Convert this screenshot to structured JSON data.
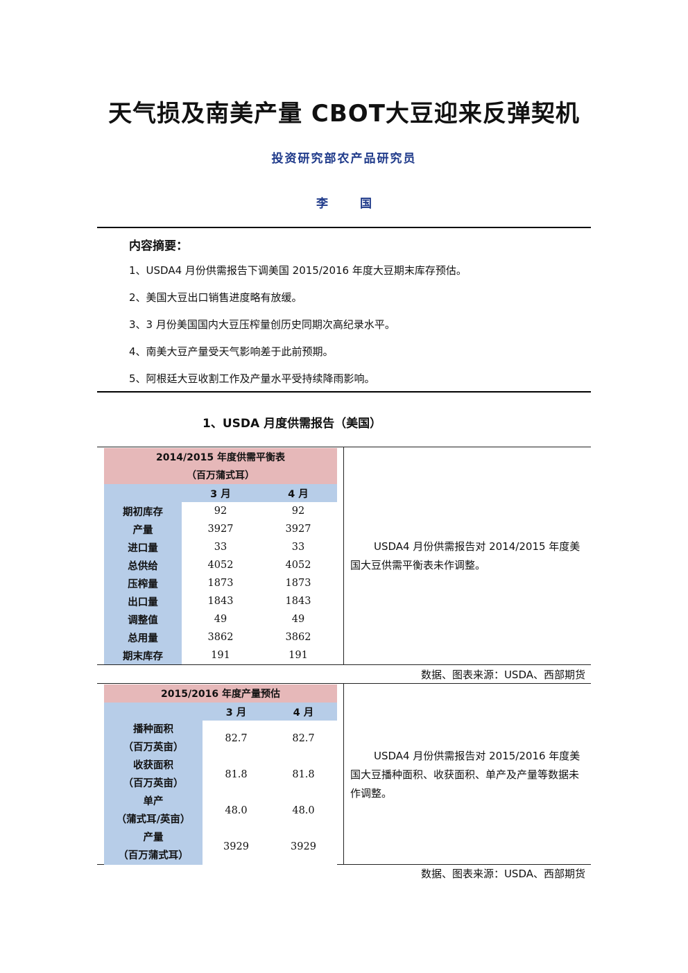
{
  "document": {
    "title": "天气损及南美产量 CBOT大豆迎来反弹契机",
    "department": "投资研究部农产品研究员",
    "author": "李 国"
  },
  "summary": {
    "heading": "内容摘要：",
    "items": [
      "1、USDA4 月份供需报告下调美国 2015/2016 年度大豆期末库存预估。",
      "2、美国大豆出口销售进度略有放缓。",
      "3、3 月份美国国内大豆压榨量创历史同期次高纪录水平。",
      "4、南美大豆产量受天气影响差于此前预期。",
      "5、阿根廷大豆收割工作及产量水平受持续降雨影响。"
    ]
  },
  "section1": {
    "heading": "1、USDA 月度供需报告（美国）",
    "table1": {
      "title": "2014/2015 年度供需平衡表",
      "unit": "（百万蒲式耳）",
      "columns": [
        "3 月",
        "4 月"
      ],
      "rows": [
        {
          "label": "期初库存",
          "mar": "92",
          "apr": "92"
        },
        {
          "label": "产量",
          "mar": "3927",
          "apr": "3927"
        },
        {
          "label": "进口量",
          "mar": "33",
          "apr": "33"
        },
        {
          "label": "总供给",
          "mar": "4052",
          "apr": "4052"
        },
        {
          "label": "压榨量",
          "mar": "1873",
          "apr": "1873"
        },
        {
          "label": "出口量",
          "mar": "1843",
          "apr": "1843"
        },
        {
          "label": "调整值",
          "mar": "49",
          "apr": "49"
        },
        {
          "label": "总用量",
          "mar": "3862",
          "apr": "3862"
        },
        {
          "label": "期末库存",
          "mar": "191",
          "apr": "191"
        }
      ],
      "note": "USDA4 月份供需报告对 2014/2015 年度美国大豆供需平衡表未作调整。",
      "source": "数据、图表来源：USDA、西部期货"
    },
    "table2": {
      "title": "2015/2016 年度产量预估",
      "columns": [
        "3 月",
        "4 月"
      ],
      "rows": [
        {
          "label1": "播种面积",
          "label2": "（百万英亩）",
          "mar": "82.7",
          "apr": "82.7"
        },
        {
          "label1": "收获面积",
          "label2": "（百万英亩）",
          "mar": "81.8",
          "apr": "81.8"
        },
        {
          "label1": "单产",
          "label2": "（蒲式耳/英亩）",
          "mar": "48.0",
          "apr": "48.0"
        },
        {
          "label1": "产量",
          "label2": "（百万蒲式耳）",
          "mar": "3929",
          "apr": "3929"
        }
      ],
      "note": "USDA4 月份供需报告对 2015/2016 年度美国大豆播种面积、收获面积、单产及产量等数据未作调整。",
      "source": "数据、图表来源：USDA、西部期货"
    }
  }
}
